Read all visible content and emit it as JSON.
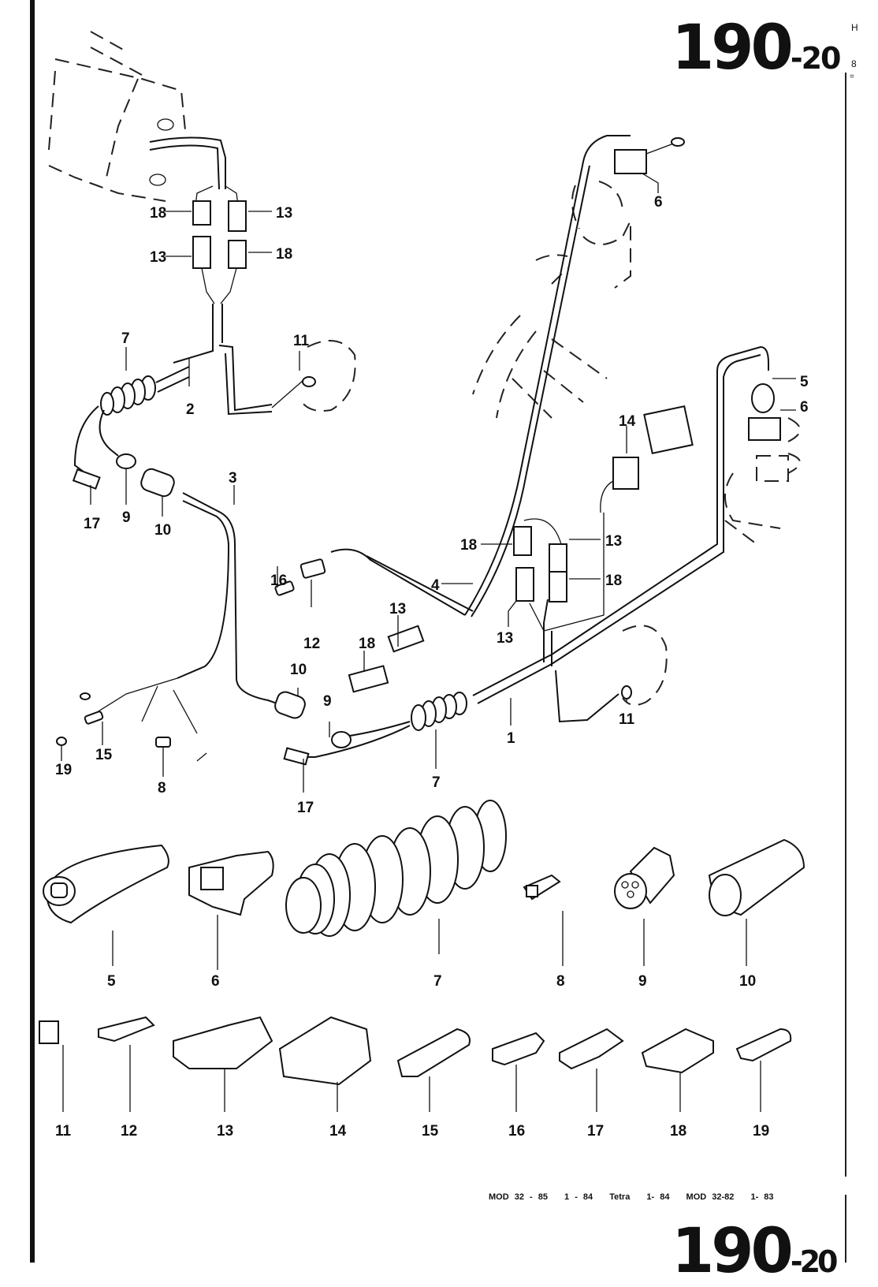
{
  "page": {
    "number": "190",
    "subnumber": "-20",
    "edge_text_top": "H",
    "edge_text_mid": "8",
    "edge_text_eq": "="
  },
  "footer": {
    "items": [
      "MOD 32 - 85",
      "1 - 84",
      "Tetra",
      "1- 84",
      "MOD 32-82",
      "1- 83"
    ]
  },
  "callouts": {
    "assembly": [
      {
        "id": "c18a",
        "label": "18"
      },
      {
        "id": "c13a",
        "label": "13"
      },
      {
        "id": "c13b",
        "label": "13"
      },
      {
        "id": "c18b",
        "label": "18"
      },
      {
        "id": "c6a",
        "label": "6"
      },
      {
        "id": "c7a",
        "label": "7"
      },
      {
        "id": "c2",
        "label": "2"
      },
      {
        "id": "c11a",
        "label": "11"
      },
      {
        "id": "c5a",
        "label": "5"
      },
      {
        "id": "c6b",
        "label": "6"
      },
      {
        "id": "c14a",
        "label": "14"
      },
      {
        "id": "c17a",
        "label": "17"
      },
      {
        "id": "c9a",
        "label": "9"
      },
      {
        "id": "c10a",
        "label": "10"
      },
      {
        "id": "c3",
        "label": "3"
      },
      {
        "id": "c18c",
        "label": "18"
      },
      {
        "id": "c13c",
        "label": "13"
      },
      {
        "id": "c18d",
        "label": "18"
      },
      {
        "id": "c4",
        "label": "4"
      },
      {
        "id": "c13d",
        "label": "13"
      },
      {
        "id": "c16a",
        "label": "16"
      },
      {
        "id": "c12a",
        "label": "12"
      },
      {
        "id": "c13e",
        "label": "13"
      },
      {
        "id": "c18e",
        "label": "18"
      },
      {
        "id": "c10b",
        "label": "10"
      },
      {
        "id": "c9b",
        "label": "9"
      },
      {
        "id": "c1",
        "label": "1"
      },
      {
        "id": "c11b",
        "label": "11"
      },
      {
        "id": "c7b",
        "label": "7"
      },
      {
        "id": "c15a",
        "label": "15"
      },
      {
        "id": "c19a",
        "label": "19"
      },
      {
        "id": "c8a",
        "label": "8"
      },
      {
        "id": "c17b",
        "label": "17"
      }
    ],
    "parts_row1": [
      "5",
      "6",
      "7",
      "8",
      "9",
      "10"
    ],
    "parts_row2": [
      "11",
      "12",
      "13",
      "14",
      "15",
      "16",
      "17",
      "18",
      "19"
    ]
  }
}
